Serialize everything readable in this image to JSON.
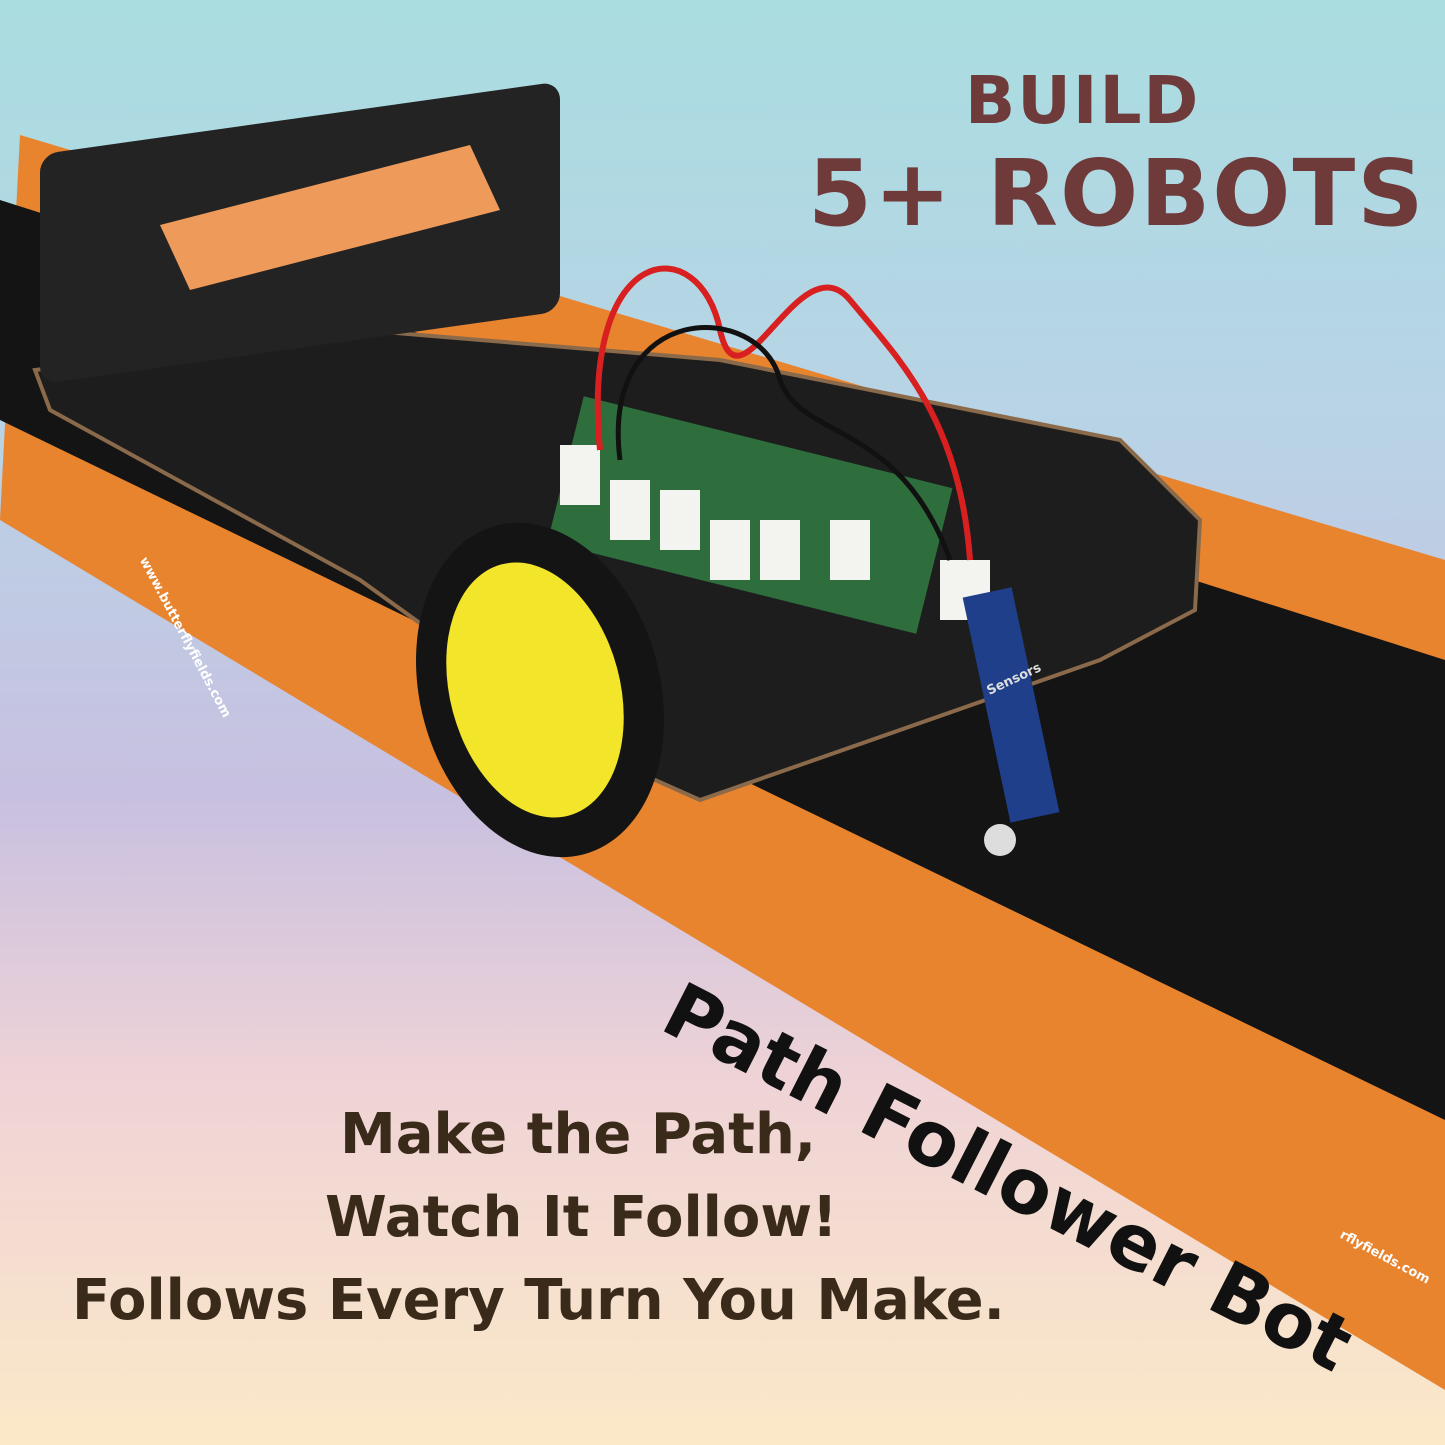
{
  "headline": {
    "line1": "BUILD",
    "line2": "5+ ROBOTS"
  },
  "product_label": "Path Follower Bot",
  "tagline": [
    "Make the Path,",
    "Watch It Follow!",
    "Follows Every Turn You Make."
  ],
  "track_url": "www.butterflyfields.com",
  "track_url_partial": "rflyfields.com",
  "board_label": "Sensors",
  "colors": {
    "headline": "#6e3a3a",
    "tagline": "#3a2a1a",
    "track_orange": "#e8832e",
    "track_black": "#141414",
    "wheel": "#f2e52a"
  }
}
